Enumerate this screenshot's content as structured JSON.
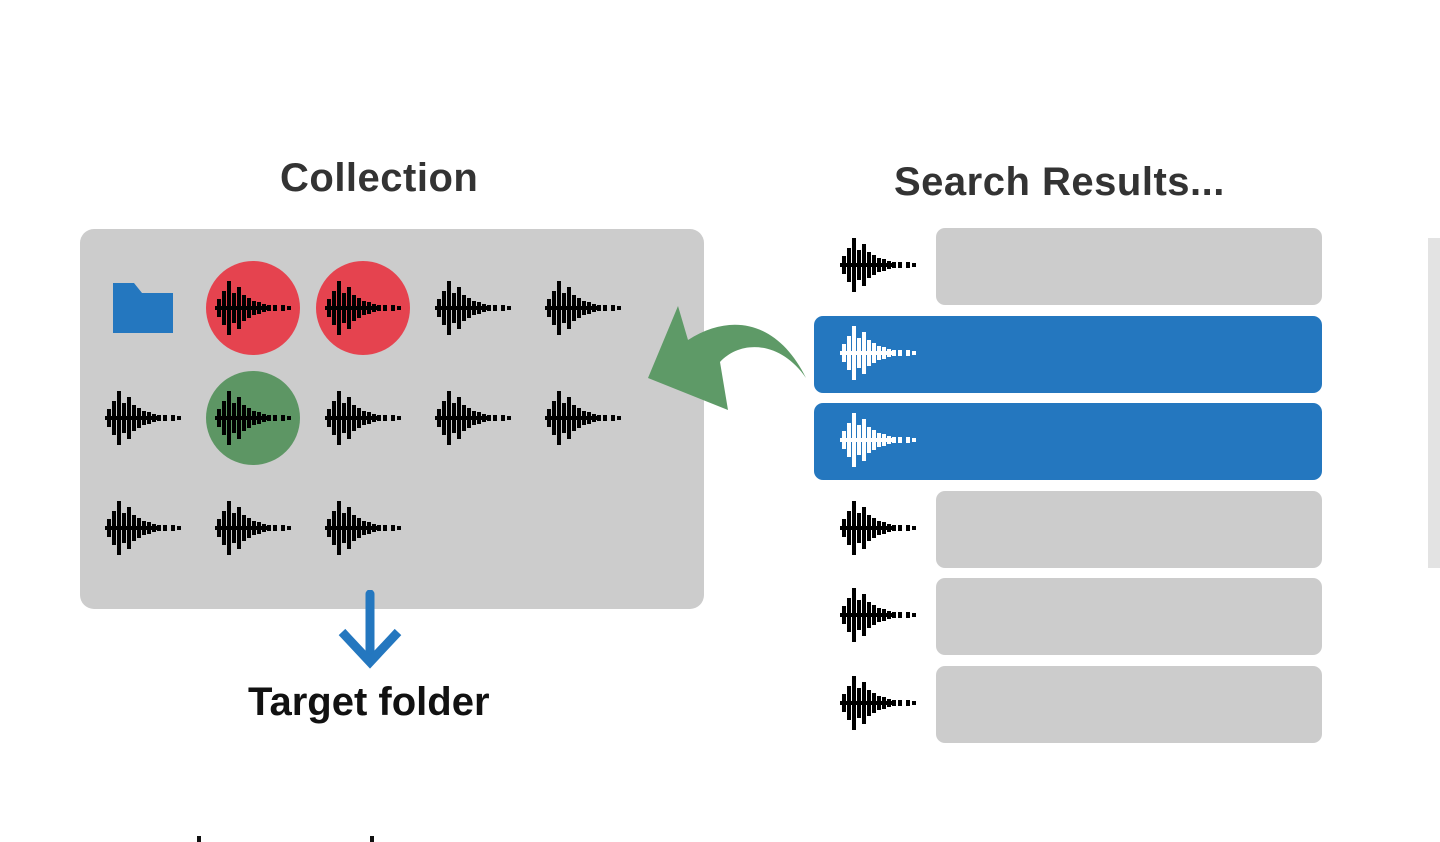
{
  "collection": {
    "title": "Collection",
    "items": [
      {
        "kind": "folder-icon",
        "marker": "none"
      },
      {
        "kind": "sound-wave-icon",
        "marker": "red"
      },
      {
        "kind": "sound-wave-icon",
        "marker": "red"
      },
      {
        "kind": "sound-wave-icon",
        "marker": "none"
      },
      {
        "kind": "sound-wave-icon",
        "marker": "none"
      },
      {
        "kind": "sound-wave-icon",
        "marker": "none"
      },
      {
        "kind": "sound-wave-icon",
        "marker": "green"
      },
      {
        "kind": "sound-wave-icon",
        "marker": "none"
      },
      {
        "kind": "sound-wave-icon",
        "marker": "none"
      },
      {
        "kind": "sound-wave-icon",
        "marker": "none"
      },
      {
        "kind": "sound-wave-icon",
        "marker": "none"
      },
      {
        "kind": "sound-wave-icon",
        "marker": "none"
      },
      {
        "kind": "sound-wave-icon",
        "marker": "none"
      }
    ]
  },
  "target": {
    "label": "Target folder"
  },
  "search_results": {
    "title": "Search Results...",
    "rows": [
      {
        "selected": false
      },
      {
        "selected": true
      },
      {
        "selected": true
      },
      {
        "selected": false
      },
      {
        "selected": false
      },
      {
        "selected": false
      }
    ]
  },
  "colors": {
    "panel": "#cccccc",
    "selected": "#2477bf",
    "marker_red": "#e5434f",
    "marker_green": "#5d9664",
    "arrow_green": "#5e9a67",
    "arrow_blue": "#2477bf",
    "folder": "#2477bf"
  }
}
